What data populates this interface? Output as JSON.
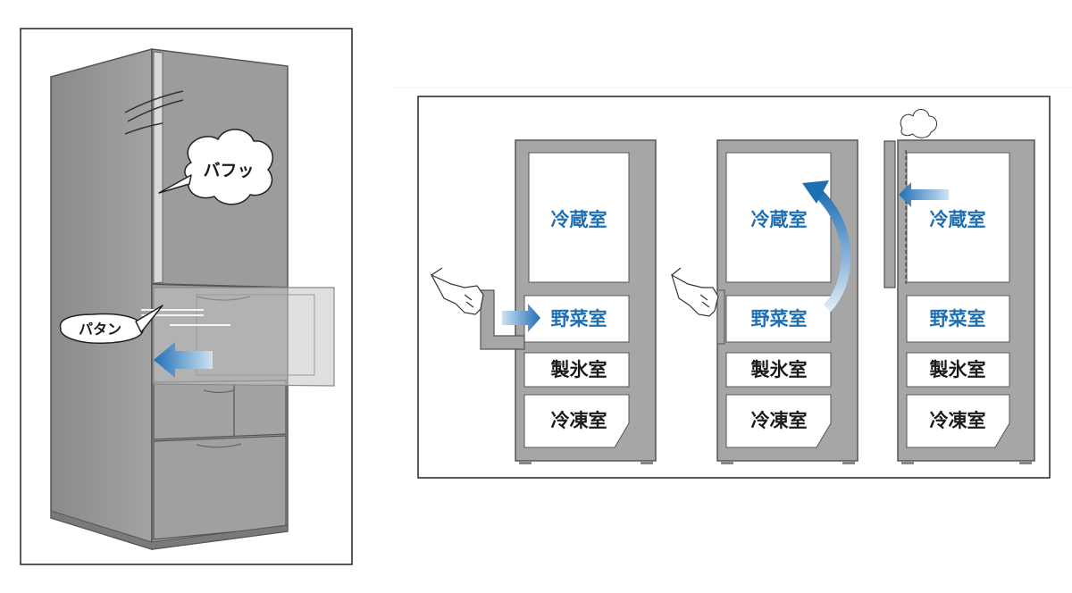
{
  "left_panel": {
    "sound_top": "バフッ",
    "sound_drawer": "パタン"
  },
  "right_panel": {
    "fridges": [
      {
        "compartments": [
          {
            "label": "冷蔵室",
            "color": "blue"
          },
          {
            "label": "野菜室",
            "color": "blue"
          },
          {
            "label": "製氷室",
            "color": "dark"
          },
          {
            "label": "冷凍室",
            "color": "dark"
          }
        ]
      },
      {
        "compartments": [
          {
            "label": "冷蔵室",
            "color": "blue"
          },
          {
            "label": "野菜室",
            "color": "blue"
          },
          {
            "label": "製氷室",
            "color": "dark"
          },
          {
            "label": "冷凍室",
            "color": "dark"
          }
        ]
      },
      {
        "compartments": [
          {
            "label": "冷蔵室",
            "color": "blue"
          },
          {
            "label": "野菜室",
            "color": "blue"
          },
          {
            "label": "製氷室",
            "color": "dark"
          },
          {
            "label": "冷凍室",
            "color": "dark"
          }
        ]
      }
    ]
  },
  "colors": {
    "body_gray": "#9a9a9a",
    "body_dark": "#6f6f6f",
    "accent_blue": "#1f6fb5",
    "arrow_light": "#bcd6ee"
  }
}
